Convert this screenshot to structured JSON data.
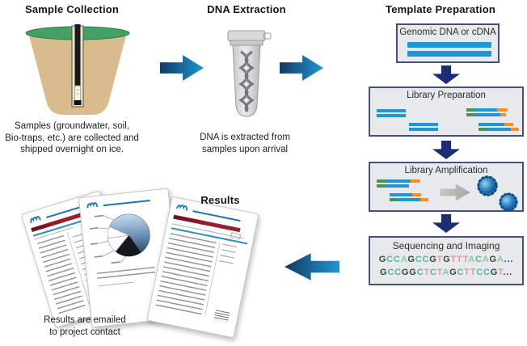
{
  "colors": {
    "arrow_dark": "#123a66",
    "arrow_light": "#2196d3",
    "down_arrow": "#1b2e71",
    "box_border": "#44507e",
    "box_fill": "#e8e9ec",
    "bar_blue": "#1e97d7",
    "bar_green": "#4e8f54",
    "bar_orange": "#f5921e",
    "red_bar": "#a11c2e",
    "teal_line": "#2e8fc0",
    "logo_blue": "#1b74b8"
  },
  "sequence_colors": {
    "G": "#3f3f3f",
    "C": "#4fb5ad",
    "A": "#83cf9c",
    "T": "#e6969b",
    ".": "#3f3f3f",
    "default": "#3f3f3f"
  },
  "sample_collection": {
    "title": "Sample Collection",
    "caption": "Samples (groundwater, soil,\nBio-traps, etc.) are collected and\nshipped overnight on ice."
  },
  "dna_extraction": {
    "title": "DNA Extraction",
    "caption": "DNA is extracted from\nsamples upon arrival"
  },
  "template_preparation": {
    "title": "Template Preparation",
    "boxes": [
      {
        "label": "Genomic DNA or cDNA"
      },
      {
        "label": "Library Preparation"
      },
      {
        "label": "Library Amplification"
      },
      {
        "label": "Sequencing and Imaging",
        "sequences": [
          "GCCAGCCGTGTTTACAGA...",
          "GCCGGCTCTAGCTTCCGT..."
        ]
      }
    ]
  },
  "results": {
    "title": "Results",
    "caption": "Results are emailed\nto project contact"
  }
}
